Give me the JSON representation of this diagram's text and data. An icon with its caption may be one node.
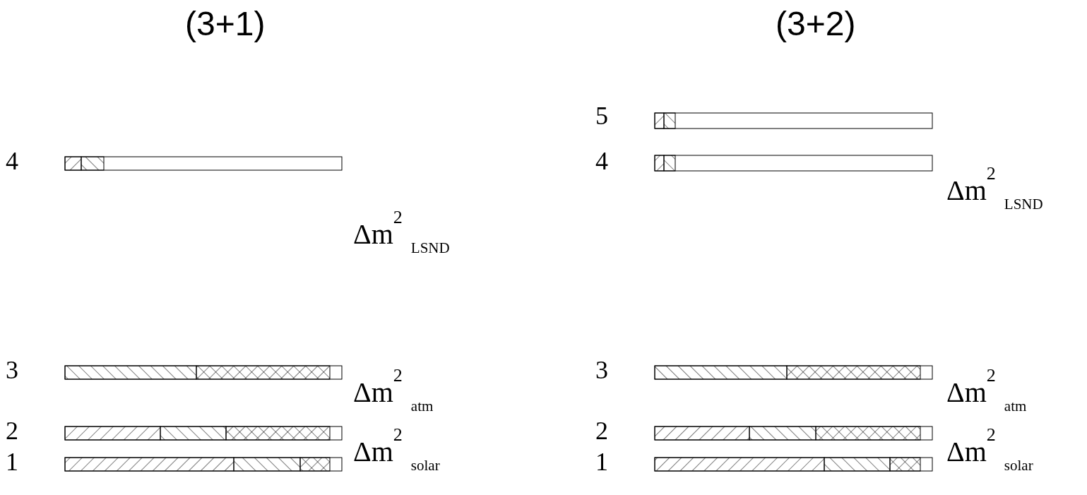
{
  "diagram": {
    "labels": [
      "(3+1)",
      "(3+2)",
      "5",
      "4",
      "4",
      "Δm$^{2}$$_{LSND}$",
      "Δm$^{2}$$_{LSND}$",
      "3",
      "3",
      "Δm$^{2}$$_{atm}$",
      "Δm$^{2}$$_{atm}$",
      "2",
      "2",
      "Δm$^{2}$$_{solar}$",
      "Δm$^{2}$$_{solar}$",
      "1",
      "1"
    ]
  }
}
